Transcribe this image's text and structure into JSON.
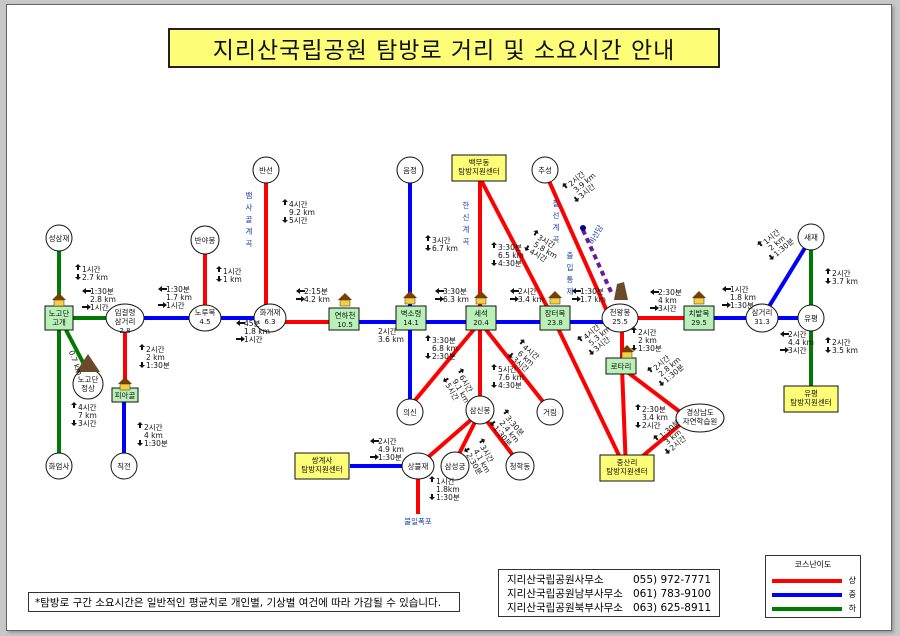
{
  "title": "지리산국립공원 탐방로 거리 및 소요시간 안내",
  "colors": {
    "hard": "#ff0000",
    "medium": "#0000ff",
    "easy": "#007a00",
    "node_fill": "#ffffff",
    "shelter_fill": "#b8f0b8",
    "center_fill": "#fdfd78"
  },
  "nodes": [
    {
      "id": "seongsamjae",
      "label": [
        "성삼재"
      ]
    },
    {
      "id": "nogodan",
      "label": [
        "노고단",
        "고개"
      ]
    },
    {
      "id": "nogodan_peak",
      "label": [
        "노고단",
        "정상"
      ]
    },
    {
      "id": "hwaeomsa",
      "label": [
        "화엄사"
      ]
    },
    {
      "id": "imgeoljeong",
      "label": [
        "임걸령",
        "삼거리"
      ],
      "dist": "2.8"
    },
    {
      "id": "piagol",
      "label": [
        "피아골"
      ]
    },
    {
      "id": "jikjeon",
      "label": [
        "직전"
      ]
    },
    {
      "id": "noru",
      "label": [
        "노루목"
      ],
      "dist": "4.5"
    },
    {
      "id": "banyabong",
      "label": [
        "반야봉"
      ]
    },
    {
      "id": "hwagae",
      "label": [
        "화개재"
      ],
      "dist": "6.3"
    },
    {
      "id": "bansun",
      "label": [
        "반선"
      ]
    },
    {
      "id": "yeonhacheon",
      "label": [
        "연하천"
      ],
      "dist": "10.5"
    },
    {
      "id": "byeoksoryeong",
      "label": [
        "벽소령"
      ],
      "dist": "14.1"
    },
    {
      "id": "eumjeong",
      "label": [
        "음정"
      ]
    },
    {
      "id": "uisin",
      "label": [
        "의신"
      ]
    },
    {
      "id": "seseok",
      "label": [
        "세석"
      ],
      "dist": "20.4"
    },
    {
      "id": "baekmudong",
      "label": [
        "백무동",
        "탐방지원센터"
      ]
    },
    {
      "id": "samsinbong",
      "label": [
        "삼신봉"
      ]
    },
    {
      "id": "georim",
      "label": [
        "거림"
      ]
    },
    {
      "id": "cheonghakdong",
      "label": [
        "청학동"
      ]
    },
    {
      "id": "ssangye",
      "label": [
        "쌍계사",
        "탐방지원센터"
      ]
    },
    {
      "id": "sangbuljae",
      "label": [
        "상불재"
      ]
    },
    {
      "id": "samseonggung",
      "label": [
        "삼성궁"
      ]
    },
    {
      "id": "buril",
      "label": [
        "불일폭포"
      ]
    },
    {
      "id": "jangteomok",
      "label": [
        "장터목"
      ],
      "dist": "23.8"
    },
    {
      "id": "chusung",
      "label": [
        "추성"
      ]
    },
    {
      "id": "cheonwangbong",
      "label": [
        "천왕봉"
      ],
      "dist": "25.5"
    },
    {
      "id": "rotary",
      "label": [
        "로타리"
      ]
    },
    {
      "id": "jungsanri",
      "label": [
        "중산리",
        "탐방지원센터"
      ]
    },
    {
      "id": "gyeongsang",
      "label": [
        "경상남도",
        "자연학습원"
      ]
    },
    {
      "id": "chibatmok",
      "label": [
        "치밭목"
      ],
      "dist": "29.5"
    },
    {
      "id": "samgeori",
      "label": [
        "삼거리"
      ],
      "dist": "31.3"
    },
    {
      "id": "saejae",
      "label": [
        "새재"
      ]
    },
    {
      "id": "yupyeong",
      "label": [
        "유평"
      ]
    },
    {
      "id": "yupyeong_center",
      "label": [
        "유평",
        "탐방지원센터"
      ]
    }
  ],
  "segments": [
    [
      "1시간",
      "2.7 km"
    ],
    [
      "1:30분",
      "2.8 km",
      "1시간"
    ],
    [
      "0.7 km"
    ],
    [
      "4시간",
      "7 km",
      "3시간"
    ],
    [
      "1:30분",
      "1.7 km",
      "1시간"
    ],
    [
      "2시간",
      "2 km",
      "1:30분"
    ],
    [
      "2시간",
      "4 km",
      "1:30분"
    ],
    [
      "1시간",
      "1 km"
    ],
    [
      "45분",
      "1.8 km",
      "1시간"
    ],
    [
      "4시간",
      "9.2 km",
      "5시간"
    ],
    [
      "2:15분",
      "4.2 km"
    ],
    [
      "2시간",
      "3.6 km"
    ],
    [
      "3시간",
      "6.7 km"
    ],
    [
      "3:30분",
      "6.3 km"
    ],
    [
      "3:30분",
      "6.8 km",
      "2:30분"
    ],
    [
      "3:30분",
      "6.5 km",
      "4:30분"
    ],
    [
      "3시간",
      "5.8 km",
      "4시간"
    ],
    [
      "2시간",
      "3.4 km"
    ],
    [
      "4시간",
      "6 km",
      "3시간"
    ],
    [
      "5시간",
      "7.6 km",
      "4:30분"
    ],
    [
      "6시간",
      "9.1 km",
      "5시간"
    ],
    [
      "3:30분",
      "2.4 km",
      "1:30분"
    ],
    [
      "3시간",
      "4.1 km",
      "2:30분"
    ],
    [
      "2시간",
      "4.9 km",
      "1:30분"
    ],
    [
      "1시간",
      "1.8km",
      "1:30분"
    ],
    [
      "1:30분",
      "1.7 km"
    ],
    [
      "2시간",
      "3.9 km",
      "3시간"
    ],
    [
      "4시간",
      "5.3 km",
      "3시간"
    ],
    [
      "2시간",
      "2 km",
      "1:30분"
    ],
    [
      "2:30분",
      "3.4 km",
      "2시간"
    ],
    [
      "2시간",
      "2.8 km",
      "1:30분"
    ],
    [
      "1:30분",
      "3 km",
      "2시간"
    ],
    [
      "2:30분",
      "4 km",
      "3시간"
    ],
    [
      "1시간",
      "1.8 km",
      "1:30분"
    ],
    [
      "1시간",
      "2 km",
      "1:30분"
    ],
    [
      "2시간",
      "3.7 km"
    ],
    [
      "2시간",
      "4.4 km",
      "3시간"
    ],
    [
      "2시간",
      "3.5 km"
    ]
  ],
  "valley_labels": {
    "bansun_valley": "뱀사골계곡",
    "hansin_valley": "한신계곡",
    "chilseon_valley": "칠선계곡",
    "closed_route": "출입통제",
    "bisondam": "비선담"
  },
  "footnote": "*탐방로 구간 소요시간은 일반적인 평균치로 개인별, 기상별 여건에 따라 가감될 수 있습니다.",
  "offices": [
    {
      "name": "지리산국립공원사무소",
      "phone": "055) 972-7771"
    },
    {
      "name": "지리산국립공원남부사무소",
      "phone": "061) 783-9100"
    },
    {
      "name": "지리산국립공원북부사무소",
      "phone": "063) 625-8911"
    }
  ],
  "legend": {
    "title": "코스난이도",
    "items": [
      {
        "label": "상",
        "color": "#ff0000"
      },
      {
        "label": "중",
        "color": "#0000ff"
      },
      {
        "label": "하",
        "color": "#007a00"
      }
    ]
  }
}
